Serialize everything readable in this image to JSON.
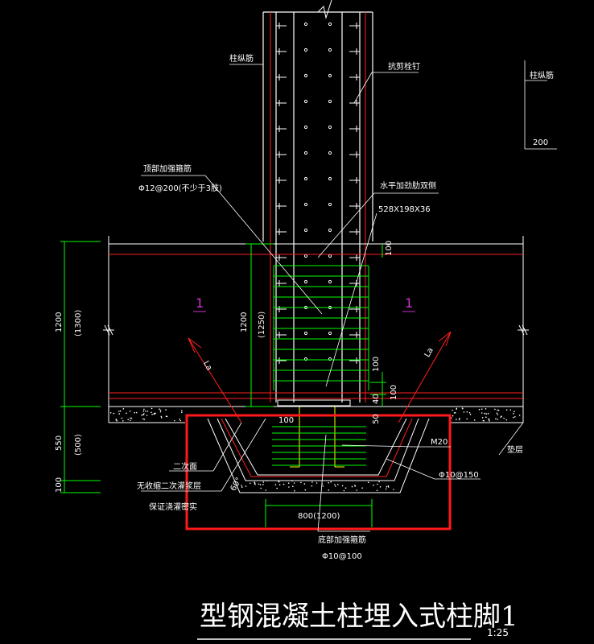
{
  "colors": {
    "background": "#000000",
    "line_white": "#ffffff",
    "dimension_green": "#00ff00",
    "section_red": "#ff2020",
    "highlight_box": "#ff1a1a",
    "section_marker": "#cc33cc",
    "column_outline": "#ffffff"
  },
  "labels": {
    "column_long_rebar": "柱纵筋",
    "shear_stud": "抗剪栓钉",
    "legend_rebar": "柱纵筋",
    "legend_200": "200",
    "top_stirrup_title": "顶部加强箍筋",
    "top_stirrup_spec": "Φ12@200(不少于3肢)",
    "horiz_stiffener_title": "水平加劲肋双侧",
    "horiz_stiffener_spec": "528X198X36",
    "section_mark_left": "1",
    "section_mark_right": "1",
    "la_left": "La",
    "la_right": "La",
    "secondary_pour": "二次面",
    "grout_line1": "无收缩二次灌浆层",
    "grout_line2": "保证浇灌密实",
    "anchor_bolt": "M20",
    "cushion_layer": "垫层",
    "side_rebar": "Φ10@150",
    "angle_60": "60°",
    "width_dim": "800(1200)",
    "bottom_stirrup_title": "底部加强箍筋",
    "bottom_stirrup_spec": "Φ10@100"
  },
  "dimensions": {
    "left_1200": "1200",
    "left_1300": "(1300)",
    "left_550": "550",
    "left_500": "(500)",
    "left_100": "100",
    "mid_1200": "1200",
    "mid_1250": "(1250)",
    "top_100": "100",
    "right_100a": "100",
    "right_100b": "100",
    "right_40": "40",
    "right_50": "50",
    "plate_100": "100"
  },
  "title": {
    "main": "型钢混凝土柱埋入式柱脚1",
    "scale": "1:25"
  }
}
